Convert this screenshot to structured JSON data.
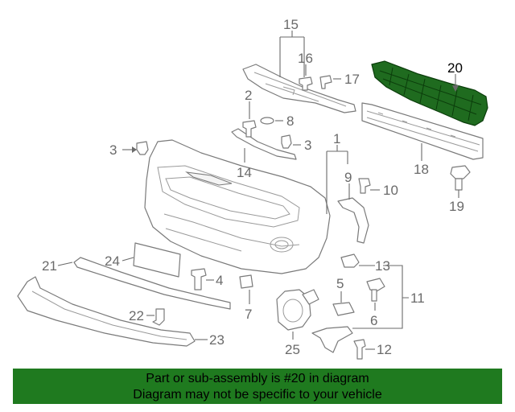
{
  "callouts": {
    "c1": "1",
    "c2": "2",
    "c3a": "3",
    "c3b": "3",
    "c4": "4",
    "c5": "5",
    "c6": "6",
    "c7": "7",
    "c8": "8",
    "c9": "9",
    "c10": "10",
    "c11": "11",
    "c12": "12",
    "c13": "13",
    "c14": "14",
    "c15": "15",
    "c16": "16",
    "c17": "17",
    "c18": "18",
    "c19": "19",
    "c20": "20",
    "c21": "21",
    "c22": "22",
    "c23": "23",
    "c24": "24",
    "c25": "25"
  },
  "highlight_color": "#1f7a1f",
  "notice": {
    "line1": "Part or sub-assembly is #20 in diagram",
    "line2": "Diagram may not be specific to your vehicle"
  }
}
